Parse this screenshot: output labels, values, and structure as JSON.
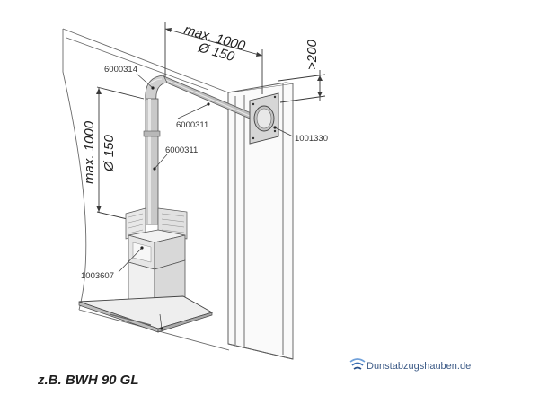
{
  "dimensions": {
    "horizontal_length": "max. 1000",
    "horizontal_diameter": "Ø 150",
    "vertical_length": "max. 1000",
    "vertical_diameter": "Ø 150",
    "ceiling_gap": ">200"
  },
  "part_numbers": {
    "elbow": "6000314",
    "horizontal_pipe": "6000311",
    "vertical_pipe": "6000311",
    "wall_plate": "1001330",
    "hood_adapter": "1003607"
  },
  "model_label": "z.B. BWH 90 GL",
  "brand": {
    "name": "Dunstabzugshauben.de",
    "colors": {
      "wave": "#3c6fb4",
      "text": "#3c5a86"
    }
  }
}
